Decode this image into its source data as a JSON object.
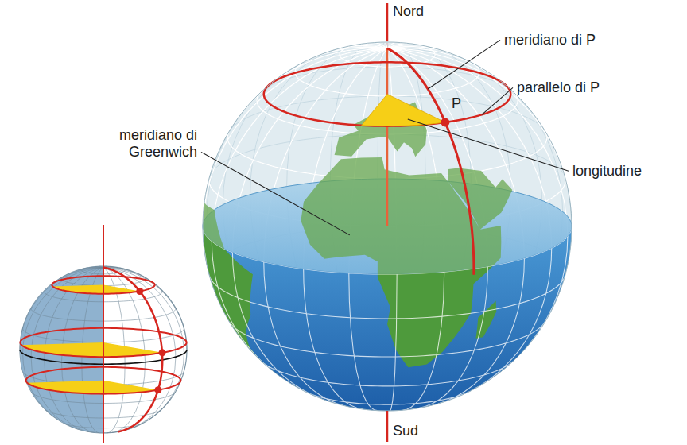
{
  "diagram": {
    "labels": [
      "Nord",
      "meridiano di P",
      "parallelo di P",
      "P",
      "meridiano di Greenwich",
      "longitudine",
      "Sud"
    ]
  }
}
